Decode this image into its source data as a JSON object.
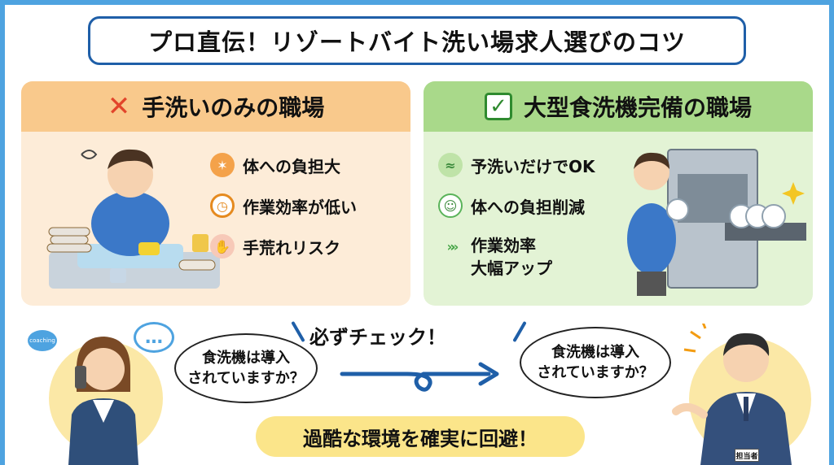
{
  "title": "プロ直伝！リゾートバイト洗い場求人選びのコツ",
  "left_panel": {
    "heading": "手洗いのみの職場",
    "heading_icon": "cross-icon",
    "items": [
      {
        "label": "体への負担大",
        "icon": "body-burden-icon"
      },
      {
        "label": "作業効率が低い",
        "icon": "clock-icon"
      },
      {
        "label": "手荒れリスク",
        "icon": "rough-hand-icon"
      }
    ]
  },
  "right_panel": {
    "heading": "大型食洗機完備の職場",
    "heading_icon": "checkbox-icon",
    "items": [
      {
        "label": "予洗いだけでOK",
        "icon": "rinse-icon"
      },
      {
        "label": "体への負担削減",
        "icon": "smile-icon"
      },
      {
        "label": "作業効率\n大幅アップ",
        "icon": "double-arrow-icon"
      }
    ]
  },
  "check_label": "必ずチェック！",
  "left_bubble": "食洗機は導入\nされていますか？",
  "right_bubble": "食洗機は導入\nされていますか？",
  "bottom_banner": "過酷な環境を確実に回避！",
  "small_bubble_text": "coaching",
  "badge_text": "担当者",
  "colors": {
    "frame": "#4ea3e0",
    "title_border": "#1f5fa8",
    "left_panel": "#fdecd8",
    "left_header": "#f9c98c",
    "right_panel": "#e3f3d5",
    "right_header": "#a9d98a",
    "banner": "#fbe58a",
    "arrow": "#1f5fa8"
  }
}
